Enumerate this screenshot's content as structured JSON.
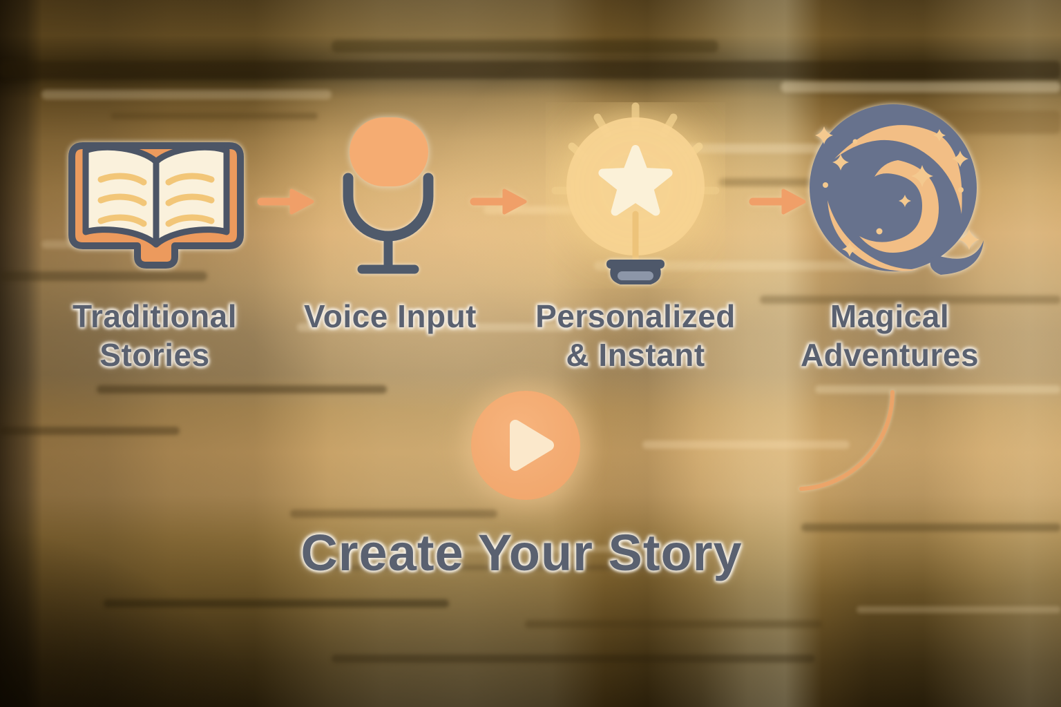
{
  "title": {
    "text": "Create Your Story"
  },
  "flow": {
    "steps": [
      {
        "id": "traditional-stories",
        "label": "Traditional\nStories",
        "icon": "open-book-icon"
      },
      {
        "id": "voice-input",
        "label": "Voice Input",
        "icon": "microphone-icon"
      },
      {
        "id": "personalized-instant",
        "label": "Personalized\n& Instant",
        "icon": "lightbulb-idea-icon"
      },
      {
        "id": "magical-adventures",
        "label": "Magical\nAdventures",
        "icon": "galaxy-swirl-icon"
      }
    ],
    "arrow_icon": "arrow-right-icon"
  },
  "play": {
    "label": "play"
  },
  "colors": {
    "accent_orange": "#F2A269",
    "book_cover_orange": "#EC9A5D",
    "cream_page": "#FAF1DC",
    "gold_line": "#F2C678",
    "slate_outline": "#4C5566",
    "galaxy_slate": "#67728D",
    "text_slate": "#5A6170",
    "bulb_yellow": "#F7D38E",
    "star_cream": "#FBF1D8",
    "play_circle": "#F4AB71",
    "play_triangle": "#FBE8CB"
  }
}
